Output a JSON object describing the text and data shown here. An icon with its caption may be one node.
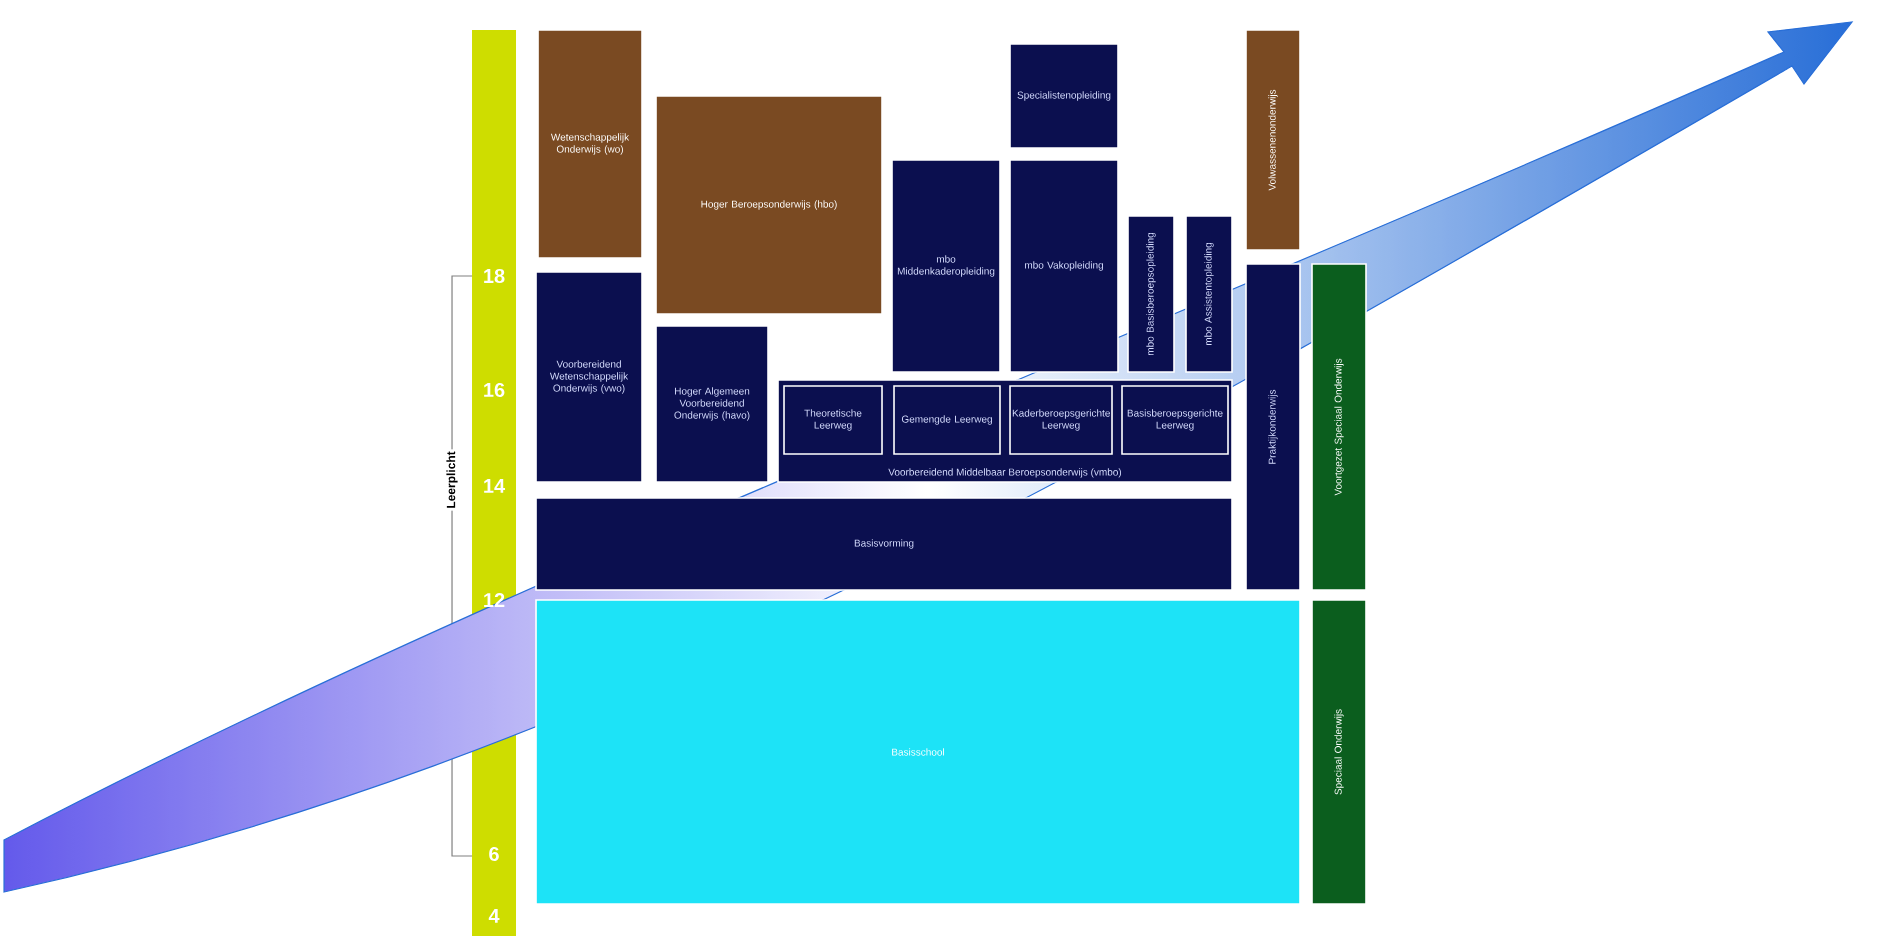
{
  "diagram": {
    "nodes": [
      {
        "text": [
          "Wetenschappelijk Onderwijs (wo)"
        ]
      },
      {
        "text": [
          "Hoger Beroepsonderwijs (hbo)"
        ]
      },
      {
        "text": [
          "Specialistenopleiding"
        ]
      },
      {
        "text": [
          "Volwassenenonderwijs"
        ]
      },
      {
        "text": [
          "mbo Middenkaderopleiding"
        ]
      },
      {
        "text": [
          "mbo Vakopleiding"
        ]
      },
      {
        "text": [
          "mbo Basisberoepsopleiding"
        ]
      },
      {
        "text": [
          "mbo Assistentopleiding"
        ]
      },
      {
        "text": [
          "Voorbereidend Wetenschappelijk Onderwijs (vwo)"
        ]
      },
      {
        "text": [
          "Hoger Algemeen Voorbereidend Onderwijs (havo)"
        ]
      },
      {
        "text": [
          "Voorbereidend Middelbaar Beroepsonderwijs (vmbo)"
        ]
      },
      {
        "text": [
          "Theoretische Leerweg"
        ],
        "in": 10
      },
      {
        "text": [
          "Gemengde Leerweg"
        ],
        "in": 10
      },
      {
        "text": [
          "Kaderberoepsgerichte Leerweg"
        ],
        "in": 10
      },
      {
        "text": [
          "Basisberoepsgerichte Leerweg"
        ],
        "in": 10
      },
      {
        "text": [
          "Praktijkonderwijs"
        ]
      },
      {
        "text": [
          "Voortgezet Speciaal Onderwijs"
        ]
      },
      {
        "text": [
          "Basisvorming"
        ]
      },
      {
        "text": [
          "Basisschool"
        ]
      },
      {
        "text": [
          "Speciaal Onderwijs"
        ]
      }
    ],
    "labels": [
      "18",
      "16",
      "14",
      "12",
      "6",
      "4",
      "Leerplicht"
    ]
  }
}
